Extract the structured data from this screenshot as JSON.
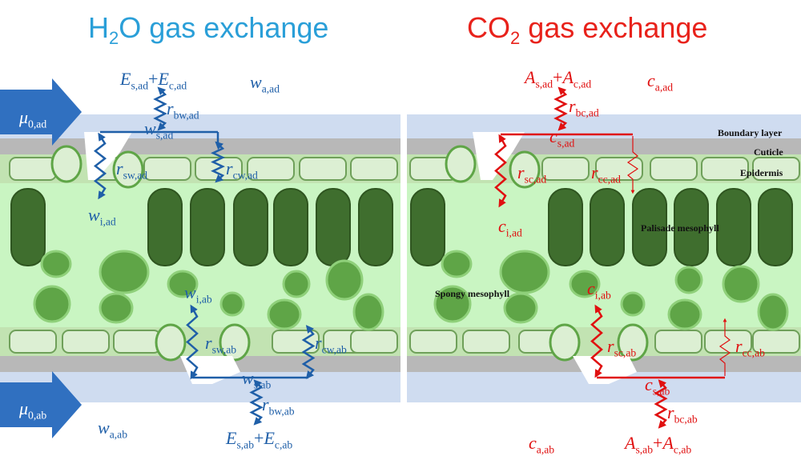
{
  "titles": {
    "h2o": {
      "pre": "H",
      "sub": "2",
      "post": "O gas exchange"
    },
    "co2": {
      "pre": "CO",
      "sub": "2",
      "post": " gas exchange"
    }
  },
  "colors": {
    "h2o_title": "#2a9fd8",
    "co2_title": "#e8221b",
    "h2o_lines": "#1f5fa8",
    "co2_lines": "#e01010",
    "boundary_layer": "#cfdcf0",
    "cuticle": "#b8b8b8",
    "mesophyll_bg": "#c9f5c2",
    "palisade": "#3f6e2e",
    "spongy": "#5fa547",
    "epidermis": "#dcefd3"
  },
  "h2o_labels": {
    "mu_ad": {
      "main": "μ",
      "sub": "0,ad"
    },
    "mu_ab": {
      "main": "μ",
      "sub": "0,ab"
    },
    "flux_ad": {
      "a": "E",
      "a_sub": "s,ad",
      "plus": "+",
      "b": "E",
      "b_sub": "c,ad"
    },
    "flux_ab": {
      "a": "E",
      "a_sub": "s,ab",
      "plus": "+",
      "b": "E",
      "b_sub": "c,ab"
    },
    "w_a_ad": {
      "main": "w",
      "sub": "a,ad"
    },
    "w_a_ab": {
      "main": "w",
      "sub": "a,ab"
    },
    "r_bw_ad": {
      "main": "r",
      "sub": "bw,ad"
    },
    "r_bw_ab": {
      "main": "r",
      "sub": "bw,ab"
    },
    "w_s_ad": {
      "main": "w",
      "sub": "s,ad"
    },
    "w_s_ab": {
      "main": "w",
      "sub": "s,ab"
    },
    "r_sw_ad": {
      "main": "r",
      "sub": "sw,ad"
    },
    "r_cw_ad": {
      "main": "r",
      "sub": "cw,ad"
    },
    "r_sw_ab": {
      "main": "r",
      "sub": "sw,ab"
    },
    "r_cw_ab": {
      "main": "r",
      "sub": "cw,ab"
    },
    "w_i_ad": {
      "main": "w",
      "sub": "i,ad"
    },
    "w_i_ab": {
      "main": "w",
      "sub": "i,ab"
    }
  },
  "co2_labels": {
    "flux_ad": {
      "a": "A",
      "a_sub": "s,ad",
      "plus": "+",
      "b": "A",
      "b_sub": "c,ad"
    },
    "flux_ab": {
      "a": "A",
      "a_sub": "s,ab",
      "plus": "+",
      "b": "A",
      "b_sub": "c,ab"
    },
    "c_a_ad": {
      "main": "c",
      "sub": "a,ad"
    },
    "c_a_ab": {
      "main": "c",
      "sub": "a,ab"
    },
    "r_bc_ad": {
      "main": "r",
      "sub": "bc,ad"
    },
    "r_bc_ab": {
      "main": "r",
      "sub": "bc,ab"
    },
    "c_s_ad": {
      "main": "c",
      "sub": "s,ad"
    },
    "c_s_ab": {
      "main": "c",
      "sub": "s,ab"
    },
    "r_sc_ad": {
      "main": "r",
      "sub": "sc,ad"
    },
    "r_cc_ad": {
      "main": "r",
      "sub": "cc,ad"
    },
    "r_sc_ab": {
      "main": "r",
      "sub": "sc,ab"
    },
    "r_cc_ab": {
      "main": "r",
      "sub": "cc,ab"
    },
    "c_i_ad": {
      "main": "c",
      "sub": "i,ad"
    },
    "c_i_ab": {
      "main": "c",
      "sub": "i,ab"
    }
  },
  "layer_labels": {
    "boundary_layer": "Boundary layer",
    "cuticle": "Cuticle",
    "epidermis": "Epidermis",
    "palisade": "Palisade mesophyll",
    "spongy": "Spongy mesophyll"
  }
}
